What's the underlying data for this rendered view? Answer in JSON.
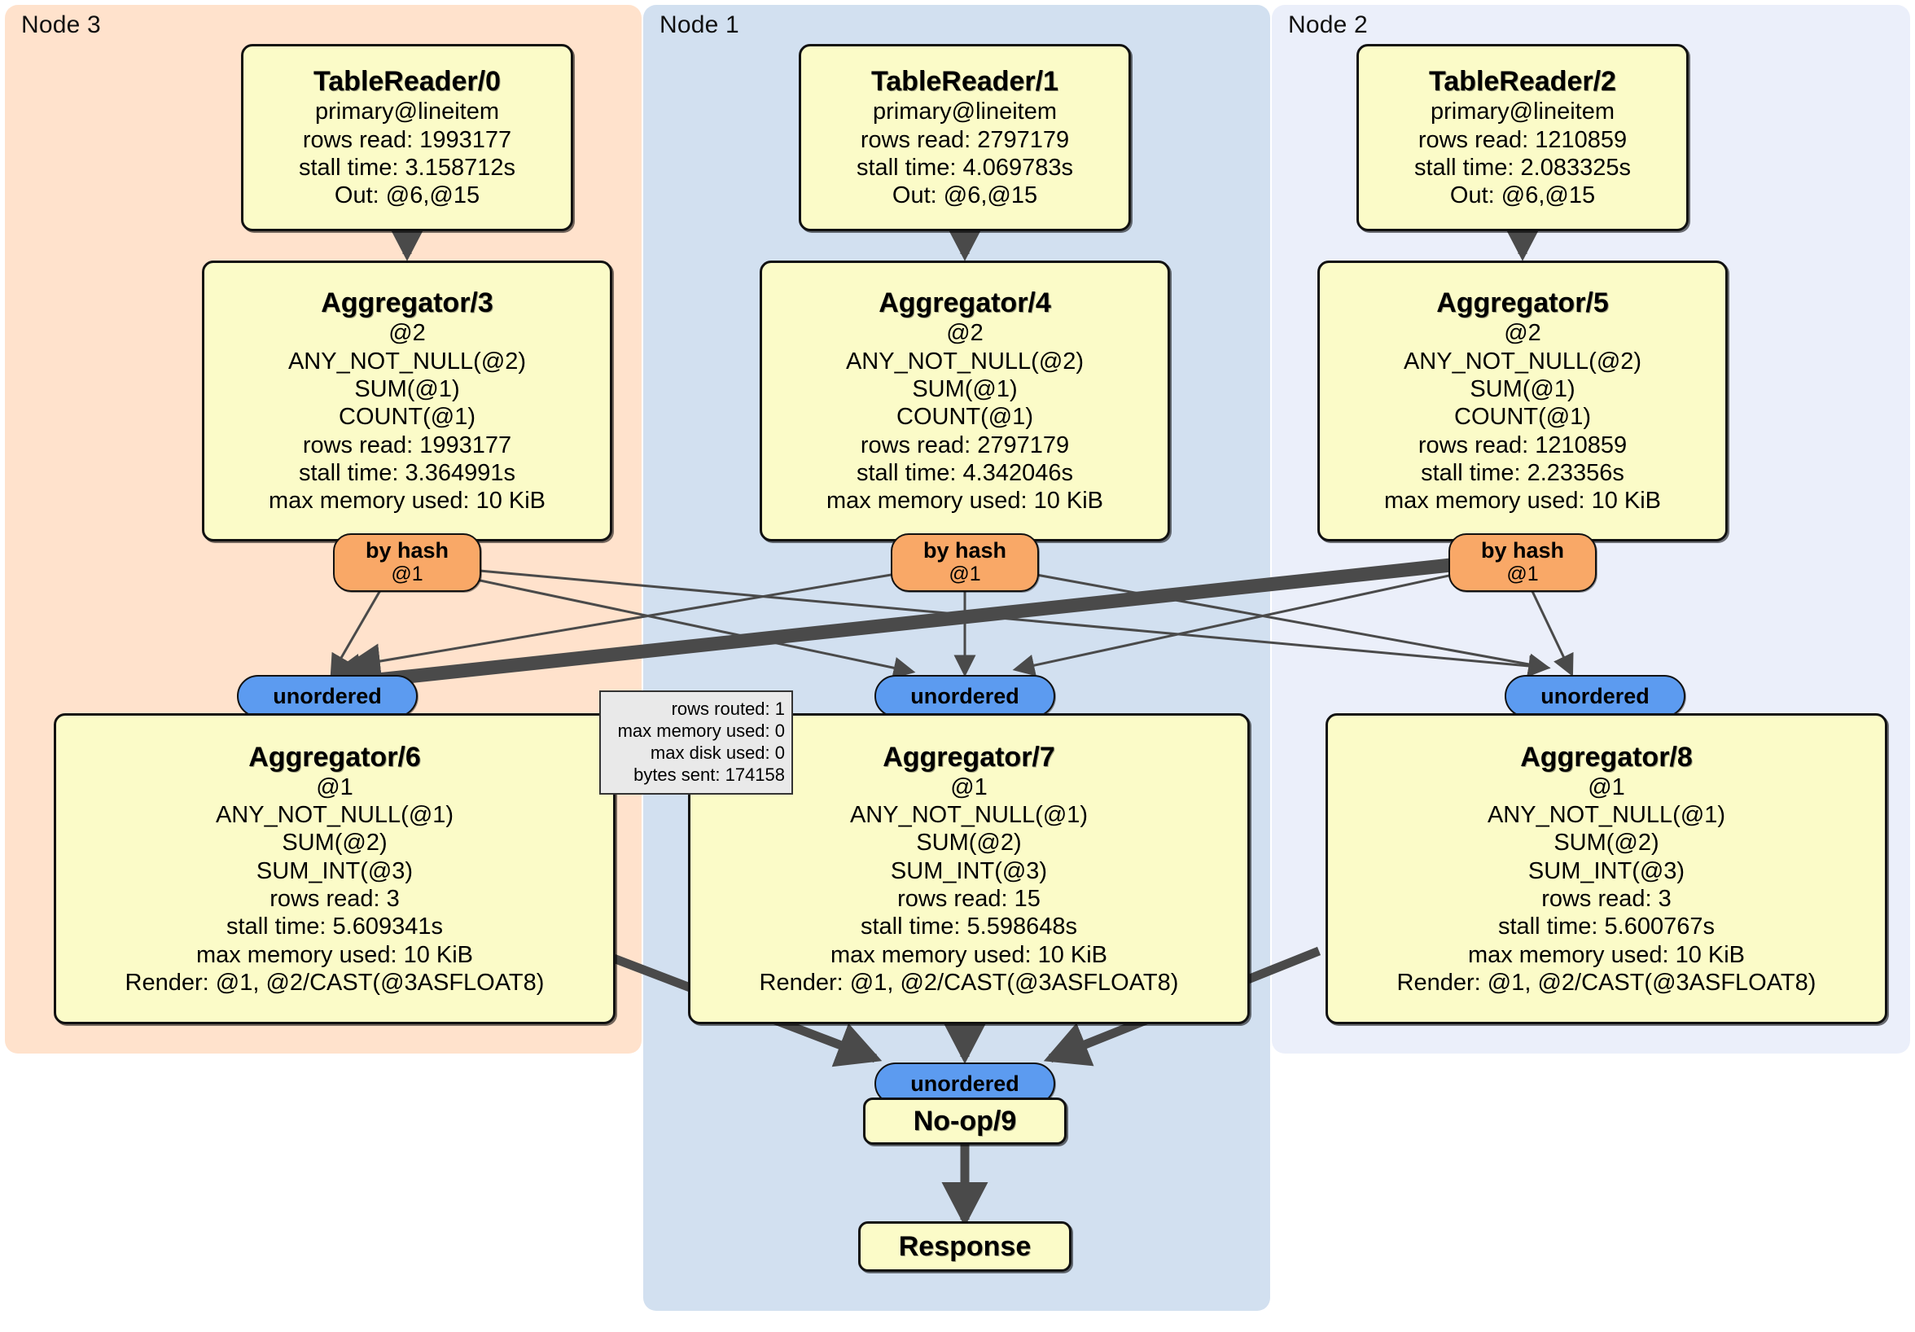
{
  "diagram": {
    "type": "distributed-query-execution-plan",
    "colors": {
      "cluster_node3_bg": "#FFE2CC",
      "cluster_node1_bg": "#D2E0F0",
      "cluster_node2_bg": "#EBEFFA",
      "operator_box_bg": "#FBFBC8",
      "hash_router_bg": "#F9A867",
      "unordered_synchronizer_bg": "#5C9BF0",
      "stats_tooltip_bg": "#E9E9E9",
      "edge_stroke": "#4A4A4A"
    }
  },
  "clusters": [
    {
      "label": "Node 3"
    },
    {
      "label": "Node 1"
    },
    {
      "label": "Node 2"
    }
  ],
  "table_readers": [
    {
      "title": "TableReader/0",
      "lines": [
        "primary@lineitem",
        "rows read: 1993177",
        "stall time: 3.158712s",
        "Out: @6,@15"
      ]
    },
    {
      "title": "TableReader/1",
      "lines": [
        "primary@lineitem",
        "rows read: 2797179",
        "stall time: 4.069783s",
        "Out: @6,@15"
      ]
    },
    {
      "title": "TableReader/2",
      "lines": [
        "primary@lineitem",
        "rows read: 1210859",
        "stall time: 2.083325s",
        "Out: @6,@15"
      ]
    }
  ],
  "local_aggregators": [
    {
      "title": "Aggregator/3",
      "lines": [
        "@2",
        "ANY_NOT_NULL(@2)",
        "SUM(@1)",
        "COUNT(@1)",
        "rows read: 1993177",
        "stall time: 3.364991s",
        "max memory used: 10 KiB"
      ]
    },
    {
      "title": "Aggregator/4",
      "lines": [
        "@2",
        "ANY_NOT_NULL(@2)",
        "SUM(@1)",
        "COUNT(@1)",
        "rows read: 2797179",
        "stall time: 4.342046s",
        "max memory used: 10 KiB"
      ]
    },
    {
      "title": "Aggregator/5",
      "lines": [
        "@2",
        "ANY_NOT_NULL(@2)",
        "SUM(@1)",
        "COUNT(@1)",
        "rows read: 1210859",
        "stall time: 2.23356s",
        "max memory used: 10 KiB"
      ]
    }
  ],
  "hash_routers": [
    {
      "label": "by hash",
      "column": "@1"
    },
    {
      "label": "by hash",
      "column": "@1"
    },
    {
      "label": "by hash",
      "column": "@1"
    }
  ],
  "synchronizers": [
    {
      "label": "unordered"
    },
    {
      "label": "unordered"
    },
    {
      "label": "unordered"
    }
  ],
  "final_aggregators": [
    {
      "title": "Aggregator/6",
      "lines": [
        "@1",
        "ANY_NOT_NULL(@1)",
        "SUM(@2)",
        "SUM_INT(@3)",
        "rows read: 3",
        "stall time: 5.609341s",
        "max memory used: 10 KiB",
        "Render: @1, @2/CAST(@3ASFLOAT8)"
      ]
    },
    {
      "title": "Aggregator/7",
      "lines": [
        "@1",
        "ANY_NOT_NULL(@1)",
        "SUM(@2)",
        "SUM_INT(@3)",
        "rows read: 15",
        "stall time: 5.598648s",
        "max memory used: 10 KiB",
        "Render: @1, @2/CAST(@3ASFLOAT8)"
      ]
    },
    {
      "title": "Aggregator/8",
      "lines": [
        "@1",
        "ANY_NOT_NULL(@1)",
        "SUM(@2)",
        "SUM_INT(@3)",
        "rows read: 3",
        "stall time: 5.600767s",
        "max memory used: 10 KiB",
        "Render: @1, @2/CAST(@3ASFLOAT8)"
      ]
    }
  ],
  "stats_tooltip": {
    "lines": [
      "rows routed: 1",
      "max memory used: 0",
      "max disk used: 0",
      "bytes sent: 174158"
    ]
  },
  "output_sync": {
    "label": "unordered"
  },
  "noop": {
    "title": "No-op/9"
  },
  "response": {
    "title": "Response"
  }
}
